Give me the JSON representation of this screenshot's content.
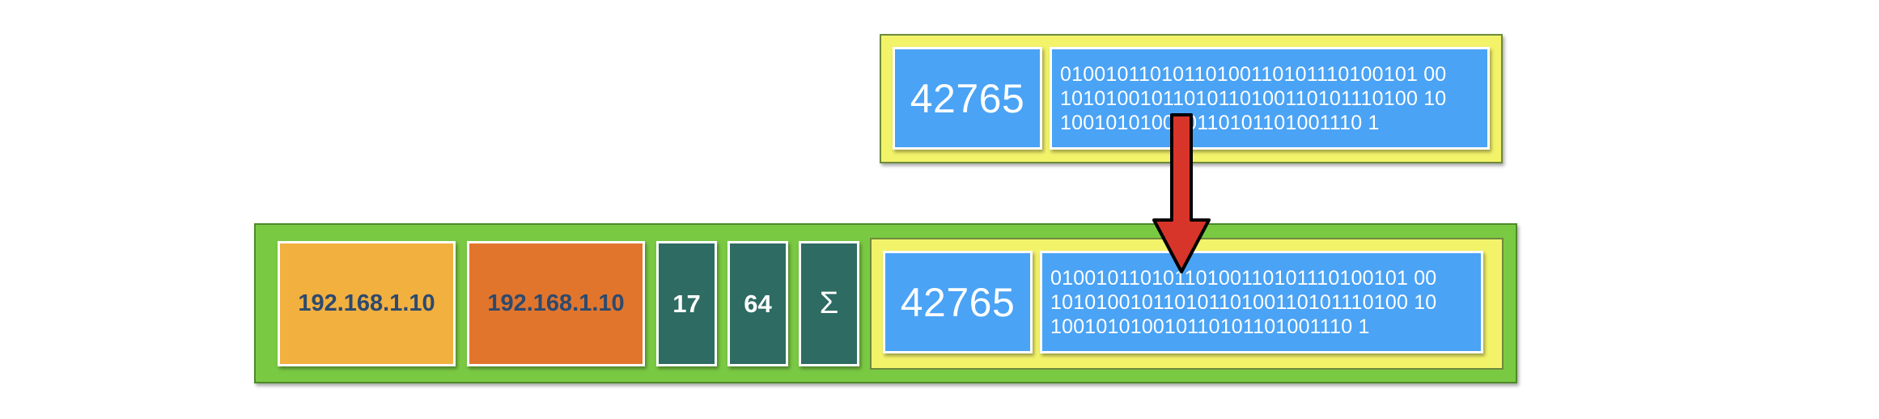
{
  "segment": {
    "port": "42765",
    "payload_lines": [
      "01001011010110100110101110100101 00",
      "10101001011010110100110101110100 10",
      "100101010010110101101001110 1"
    ]
  },
  "packet": {
    "src_ip": "192.168.1.10",
    "dst_ip": "192.168.1.10",
    "protocol": "17",
    "ttl": "64",
    "checksum_symbol": "Σ",
    "segment": {
      "port": "42765",
      "payload_lines": [
        "01001011010110100110101110100101 00",
        "10101001011010110100110101110100 10",
        "100101010010110101101001110 1"
      ]
    }
  },
  "colors": {
    "arrow": "#d8352a",
    "blue_field": "#4aa3f5",
    "yellow_segment": "#f3f36a",
    "green_packet": "#7ac943",
    "teal_field": "#2e6b63",
    "orange_light": "#f2b03f",
    "orange_dark": "#e2752c"
  }
}
